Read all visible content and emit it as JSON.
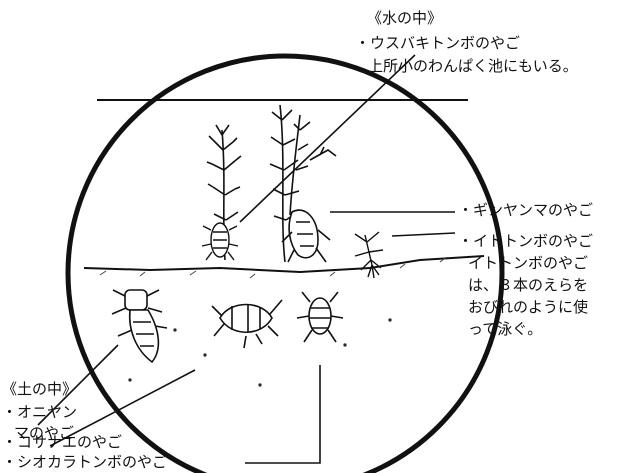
{
  "water_section": {
    "heading": "《水の中》",
    "usubaki_label": "・ウスバキトンボのやご",
    "usubaki_note": "上所小のわんぱく池にもいる。"
  },
  "right_labels": {
    "ginyanma": "・ギンヤンマのやご",
    "itotonbo": "・イトトンボのやご",
    "itotonbo_note": [
      "イトトンボのやご",
      "は、３本のえらを",
      "おびれのように使",
      "って泳ぐ。"
    ]
  },
  "soil_section": {
    "heading": "《土の中》",
    "oniyanma_lines": [
      "・オニヤン",
      "マのやご"
    ],
    "kosanae": "・コサナエのやご",
    "shiokara": "・シオカラトンボのやご"
  }
}
